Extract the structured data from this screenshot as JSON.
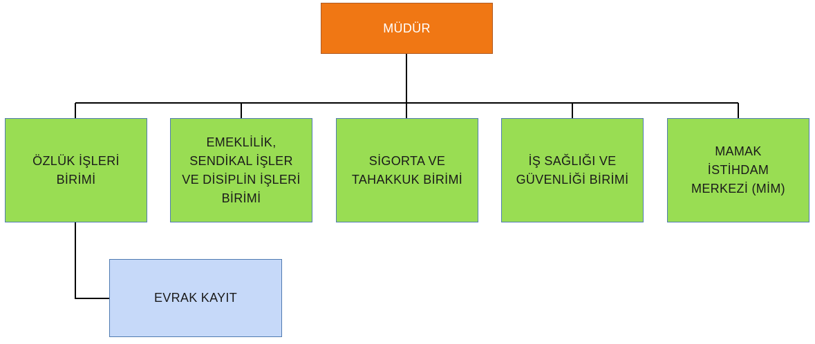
{
  "diagram": {
    "root": {
      "label": "MÜDÜR",
      "color": "#f07714"
    },
    "units": [
      {
        "id": "ozluk",
        "label": "ÖZLÜK İŞLERİ\nBİRİMİ",
        "color": "#99dd53"
      },
      {
        "id": "emeklilik",
        "label": "EMEKLİLİK,\nSENDİKAL İŞLER\nVE DİSİPLİN İŞLERİ\nBİRİMİ",
        "color": "#99dd53"
      },
      {
        "id": "sigorta",
        "label": "SİGORTA VE\nTAHAKKUK BİRİMİ",
        "color": "#99dd53"
      },
      {
        "id": "is-sagligi",
        "label": "İŞ SAĞLIĞI VE\nGÜVENLİĞİ BİRİMİ",
        "color": "#99dd53"
      },
      {
        "id": "mamak",
        "label": "MAMAK\nİSTİHDAM\nMERKEZİ (MİM)",
        "color": "#99dd53"
      }
    ],
    "sub_units": [
      {
        "id": "evrak",
        "parent": "ozluk",
        "label": "EVRAK KAYIT",
        "color": "#c6d9f9"
      }
    ]
  }
}
